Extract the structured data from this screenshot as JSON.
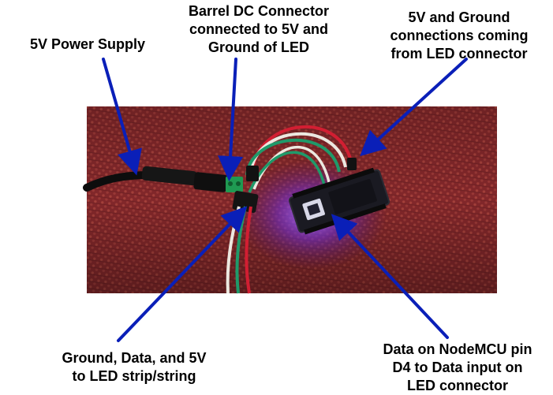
{
  "labels": {
    "power_supply": {
      "lines": [
        "5V Power Supply"
      ]
    },
    "barrel": {
      "lines": [
        "Barrel DC Connector",
        "connected to 5V and",
        "Ground of LED"
      ]
    },
    "led_conn": {
      "lines": [
        "5V and Ground",
        "connections coming",
        "from LED connector"
      ]
    },
    "strip": {
      "lines": [
        "Ground, Data, and 5V",
        "to LED strip/string"
      ]
    },
    "data": {
      "lines": [
        "Data on NodeMCU pin",
        "D4 to Data input on",
        "LED connector"
      ]
    }
  },
  "colors": {
    "arrow": "#0a1fb8",
    "fabric": "#8a2a28",
    "board": "#1a1a22",
    "led_glow": "#7a3cff",
    "wire_red": "#d21e32",
    "wire_green": "#1f9a6a",
    "wire_white": "#ece8e0",
    "terminal_green": "#1f9a52"
  }
}
